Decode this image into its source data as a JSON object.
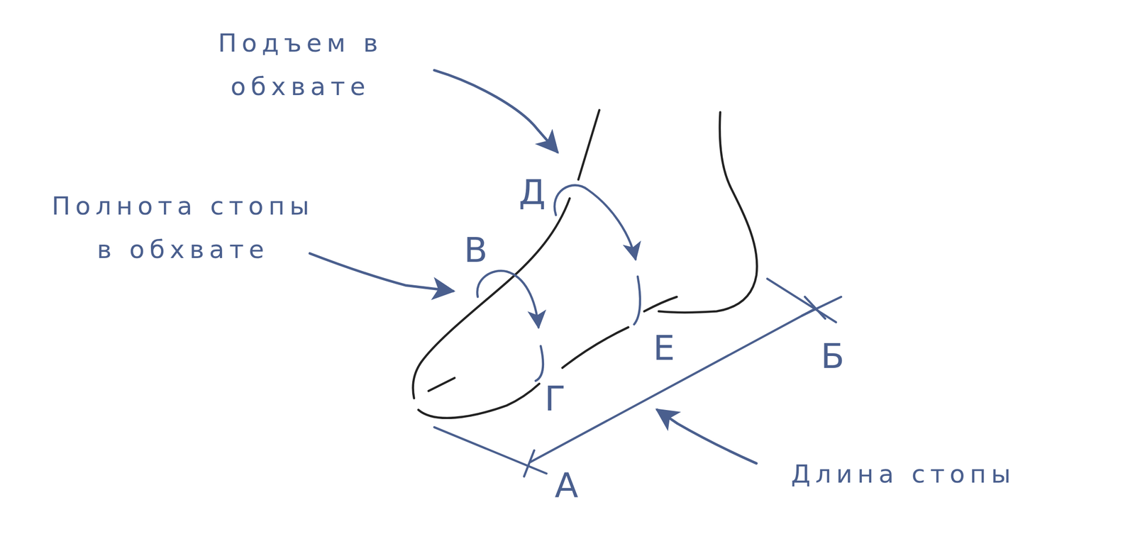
{
  "diagram": {
    "labels": [
      "Подъем в обхвате",
      "Д",
      "Полнота стопы в обхвате",
      "В",
      "Е",
      "Б",
      "Г",
      "Длина стопы",
      "А"
    ]
  }
}
